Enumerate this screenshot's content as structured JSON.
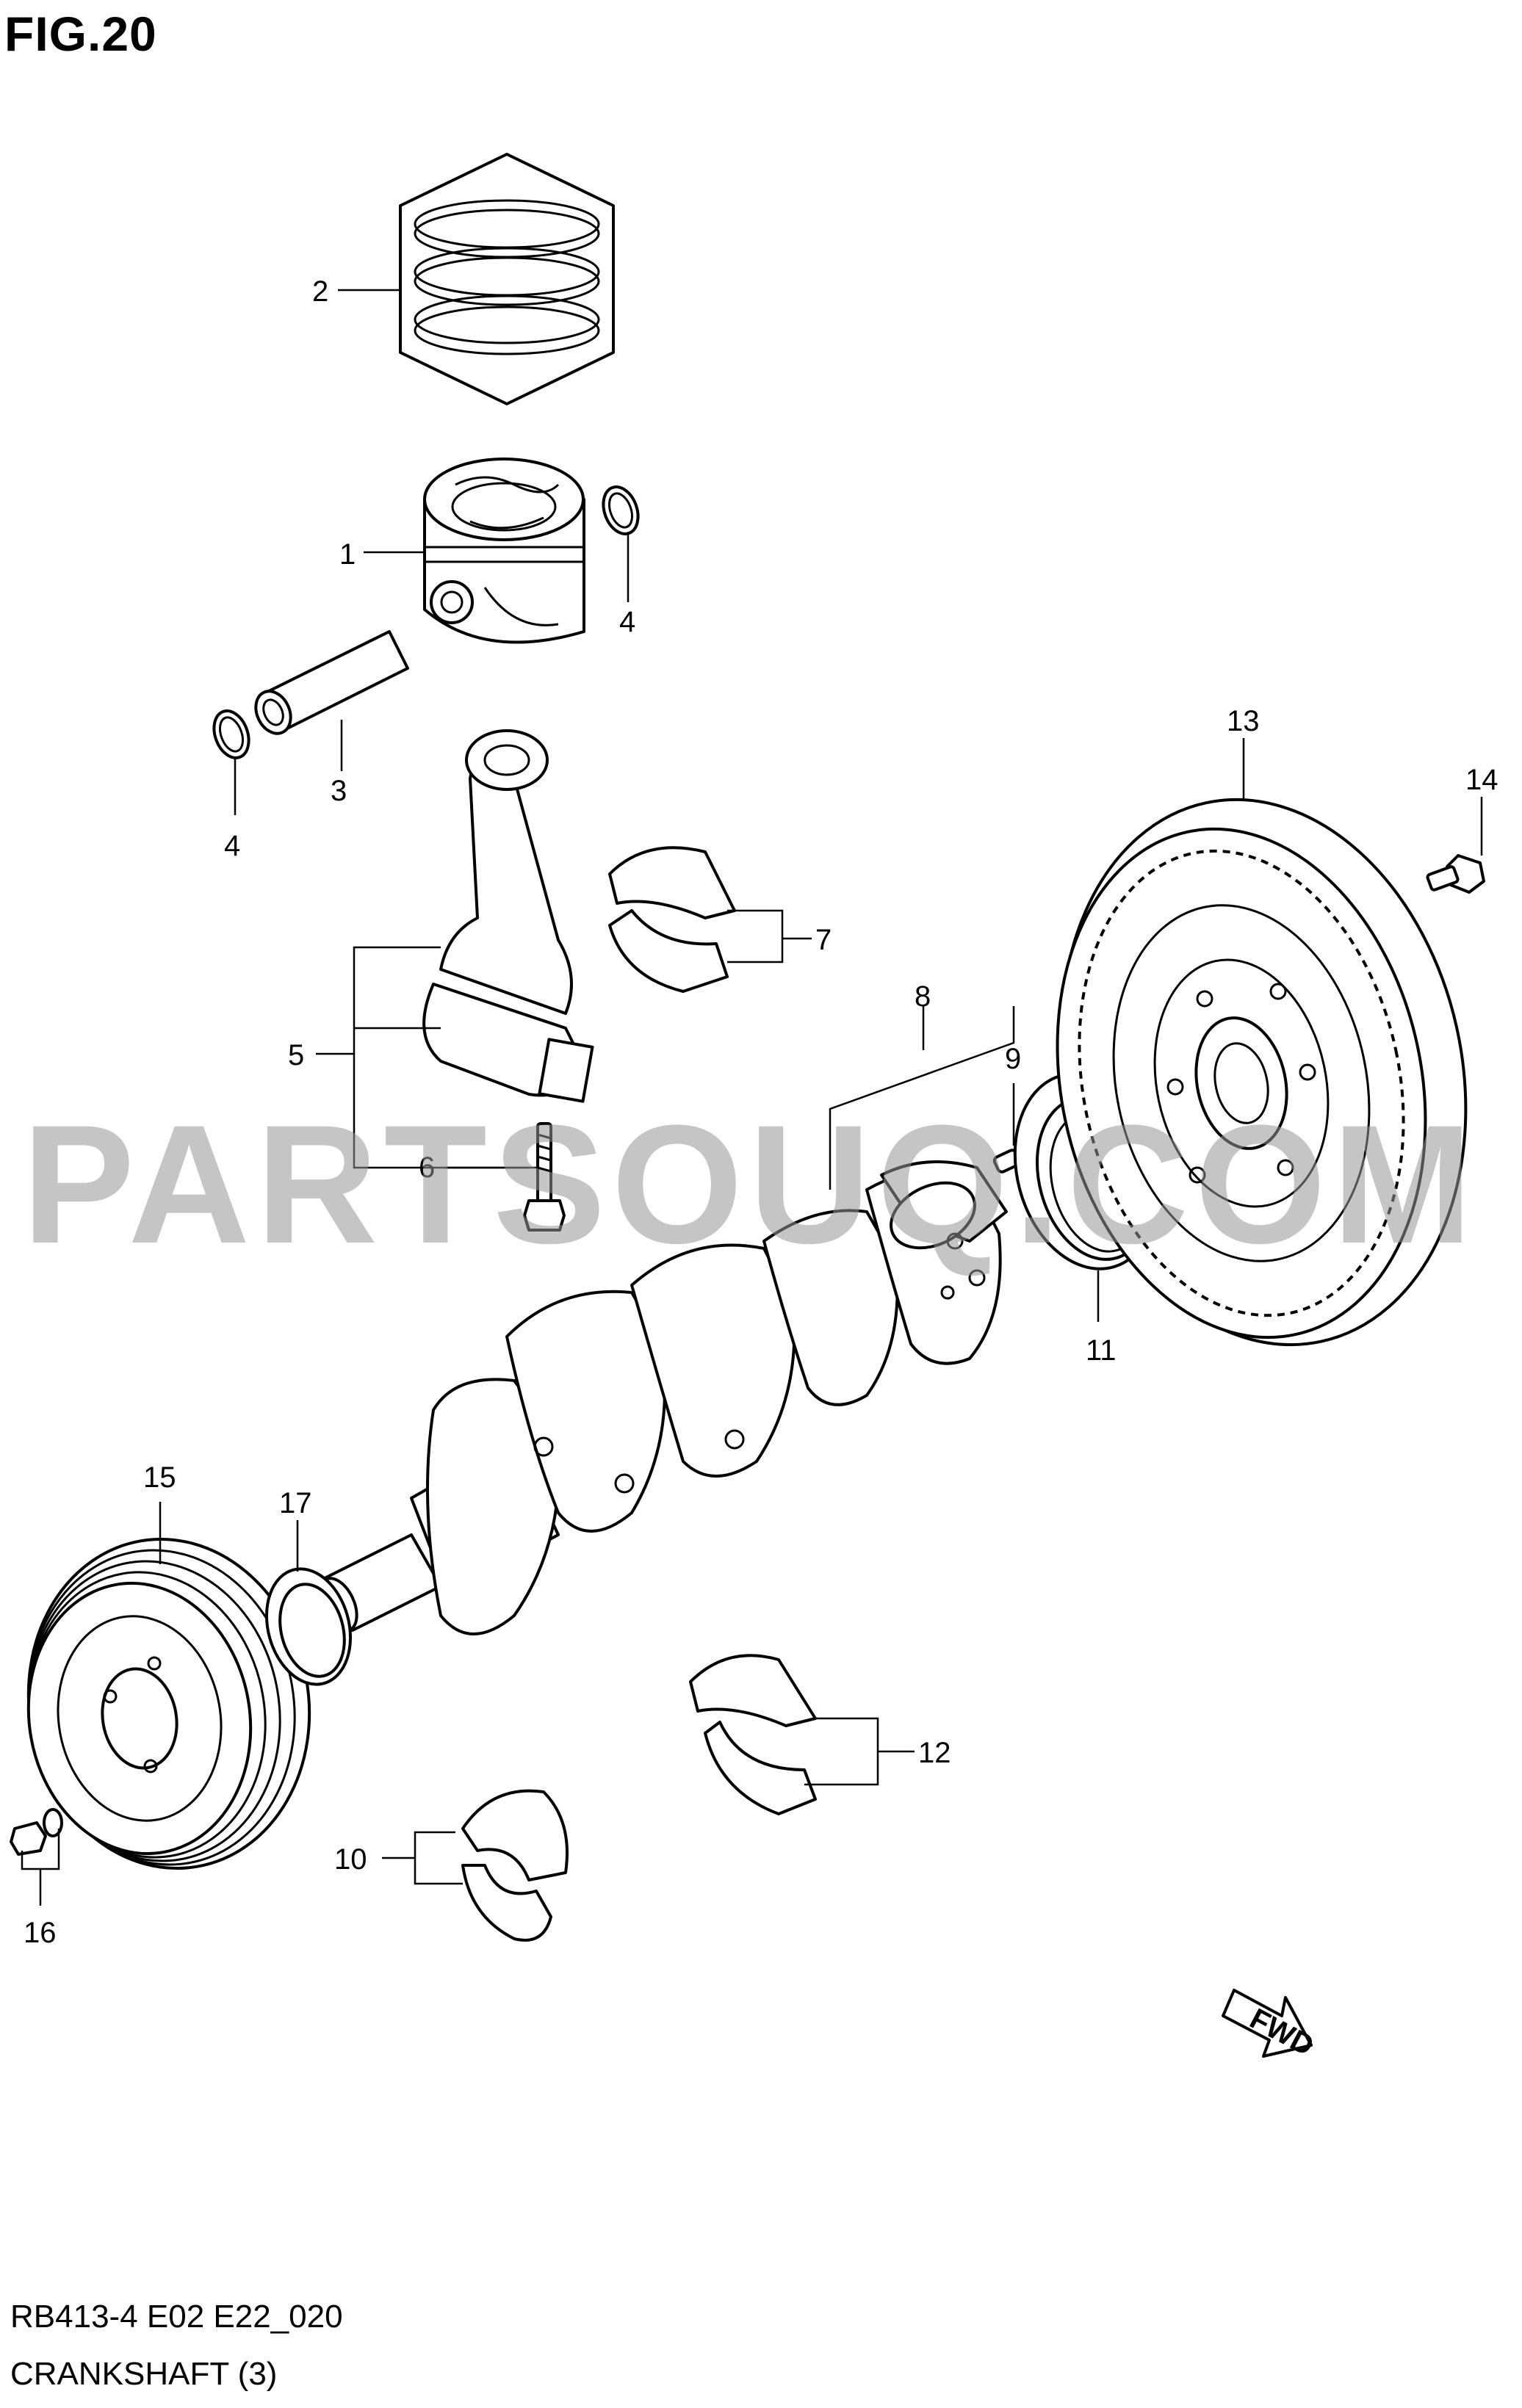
{
  "figure": {
    "title": "FIG.20",
    "code": "RB413-4 E02 E22_020",
    "name": "CRANKSHAFT (3)"
  },
  "watermark": "PARTSOUQ.COM",
  "fwd_label": "FWD",
  "callouts": [
    {
      "id": "c1",
      "label": "1"
    },
    {
      "id": "c2",
      "label": "2"
    },
    {
      "id": "c3",
      "label": "3"
    },
    {
      "id": "c4a",
      "label": "4"
    },
    {
      "id": "c4b",
      "label": "4"
    },
    {
      "id": "c5",
      "label": "5"
    },
    {
      "id": "c6",
      "label": "6"
    },
    {
      "id": "c7",
      "label": "7"
    },
    {
      "id": "c8",
      "label": "8"
    },
    {
      "id": "c9",
      "label": "9"
    },
    {
      "id": "c10",
      "label": "10"
    },
    {
      "id": "c11",
      "label": "11"
    },
    {
      "id": "c12",
      "label": "12"
    },
    {
      "id": "c13",
      "label": "13"
    },
    {
      "id": "c14",
      "label": "14"
    },
    {
      "id": "c15",
      "label": "15"
    },
    {
      "id": "c16",
      "label": "16"
    },
    {
      "id": "c17",
      "label": "17"
    }
  ]
}
